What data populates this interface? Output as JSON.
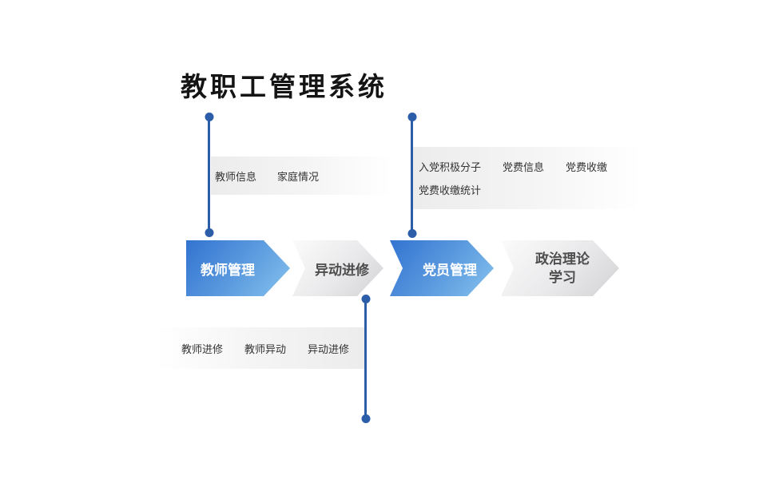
{
  "title": "教职工管理系统",
  "colors": {
    "connector": "#2b5da9",
    "arrow_blue_from": "#3273d1",
    "arrow_blue_to": "#85c2ee",
    "arrow_blue_text": "#ffffff",
    "arrow_gray_from": "#fbfbfb",
    "arrow_gray_to": "#d2d2d5",
    "arrow_gray_text": "#4d4d4d",
    "callout_text": "#333333"
  },
  "process": {
    "steps": [
      {
        "label": "教师管理",
        "variant": "blue"
      },
      {
        "label": "异动进修",
        "variant": "gray"
      },
      {
        "label": "党员管理",
        "variant": "blue"
      },
      {
        "label_lines": [
          "政治理论",
          "学习"
        ],
        "variant": "gray"
      }
    ]
  },
  "callouts": {
    "teacher": {
      "items": [
        "教师信息",
        "家庭情况"
      ]
    },
    "party": {
      "row1": [
        "入党积极分子",
        "党费信息",
        "党费收缴"
      ],
      "row2": [
        "党费收缴统计"
      ]
    },
    "transfer": {
      "items": [
        "教师进修",
        "教师异动",
        "异动进修"
      ]
    }
  }
}
